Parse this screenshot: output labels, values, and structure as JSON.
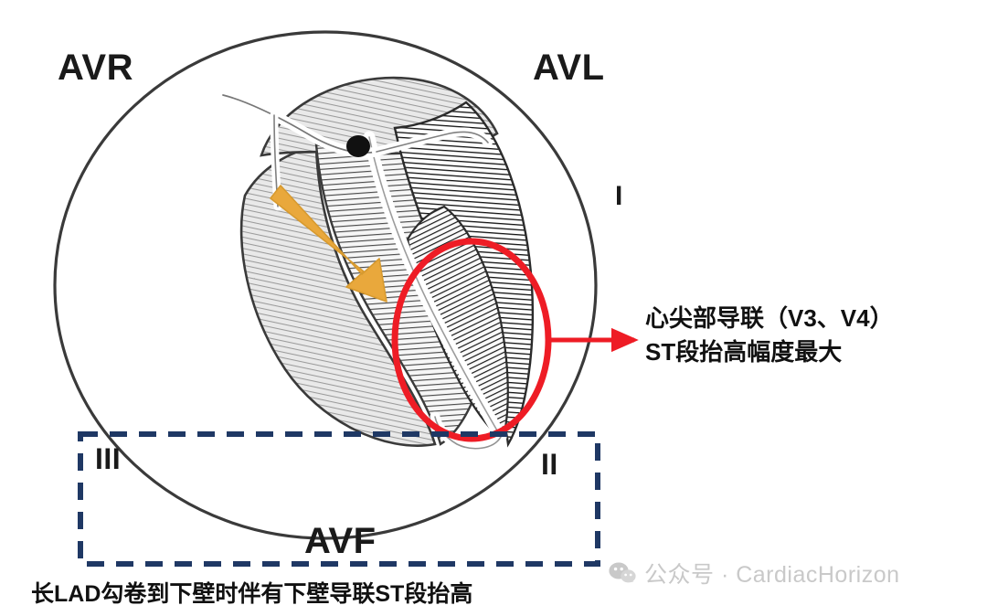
{
  "figure": {
    "title_caption": "长LAD勾卷到下壁时伴有下壁导联ST段抬高",
    "annotation": {
      "line1": "心尖部导联（V3、V4）",
      "line2": "ST段抬高幅度最大"
    }
  },
  "leads": {
    "avr": "AVR",
    "avl": "AVL",
    "i": "I",
    "ii": "II",
    "iii": "III",
    "avf": "AVF"
  },
  "watermark": {
    "text": "公众号 · CardiacHorizon",
    "icon": "wechat-icon"
  },
  "colors": {
    "highlight_red": "#ee1c25",
    "inferior_box_navy": "#1f3864",
    "flow_arrow_orange": "#e9a83c",
    "myocardium_gray": "#b8b8b8",
    "outline_black": "#2b2b2b",
    "watermark_gray": "#c9c9c9",
    "background": "#ffffff"
  },
  "markers": {
    "occlusion_point": "black-occlusion-dot",
    "apex_highlight": "red-ellipse-apex",
    "pointer": "red-arrow-to-annotation",
    "flow_direction": "orange-arrow-septum-to-apex",
    "inferior_leads_group": "navy-dashed-box"
  }
}
